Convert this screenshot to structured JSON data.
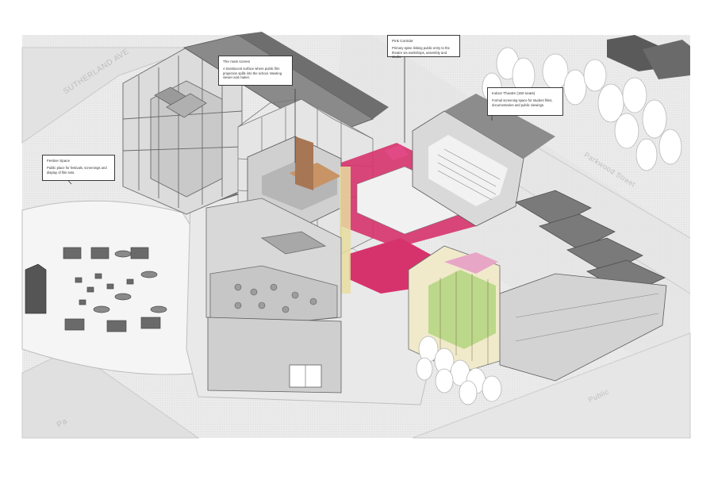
{
  "streets": {
    "sutherland": "SUTHERLAND AVE",
    "right_road": "Parkwood Street",
    "bottom_left": "Pa",
    "bottom_right": "Public"
  },
  "callouts": {
    "festive": {
      "title": "Festive Space",
      "body": "Public place for festivals, screenings and display of film sets."
    },
    "screen": {
      "title": "The main screen",
      "body": "A translucent surface where public film projection spills into the school. Meeting viewer and maker."
    },
    "corridor": {
      "title": "Pink Corridor",
      "body": "Primary spine linking public entry to the theatre via workshops, assembly and studio."
    },
    "theatre": {
      "title": "Indoor Theatre (150 seats)",
      "body": "Formal screening space for student films, documentaries and public viewings."
    }
  },
  "colors": {
    "roof": "#8c8c8c",
    "wall": "#d7d7d7",
    "ground": "#ececec",
    "corridor_pink": "#d6336c",
    "yellow_frame": "#e8dda0",
    "green_wall": "#bcd88a",
    "wood_accent": "#c89466",
    "outline": "#555555"
  }
}
